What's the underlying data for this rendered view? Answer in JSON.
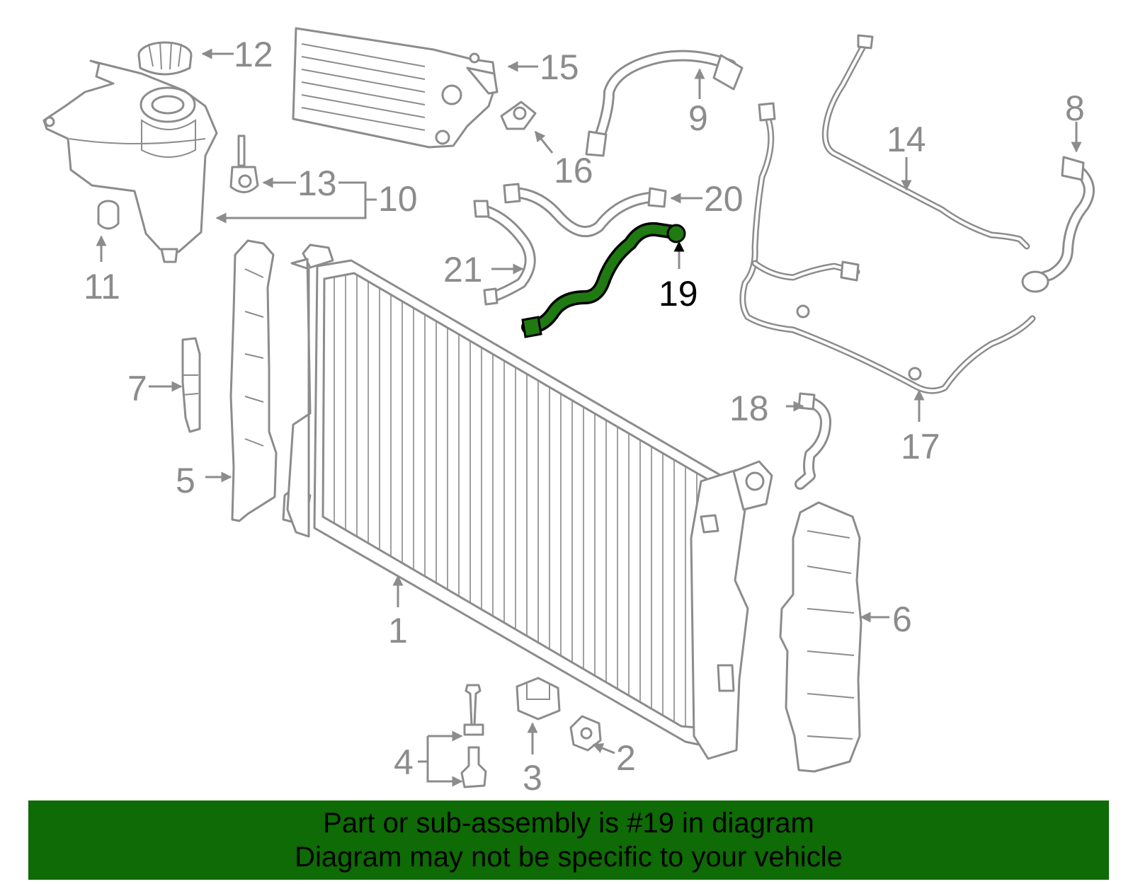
{
  "callouts": {
    "c1": "1",
    "c2": "2",
    "c3": "3",
    "c4": "4",
    "c5": "5",
    "c6": "6",
    "c7": "7",
    "c8": "8",
    "c9": "9",
    "c10": "10",
    "c11": "11",
    "c12": "12",
    "c13": "13",
    "c14": "14",
    "c15": "15",
    "c16": "16",
    "c17": "17",
    "c18": "18",
    "c19": "19",
    "c20": "20",
    "c21": "21"
  },
  "highlighted_part": "19",
  "colors": {
    "highlight": "#1f7a12",
    "banner": "#0e6b05",
    "outline": "#8c8c8c"
  },
  "banner": {
    "line1": "Part or sub-assembly is #19 in diagram",
    "line2": "Diagram may not be specific to your vehicle"
  }
}
